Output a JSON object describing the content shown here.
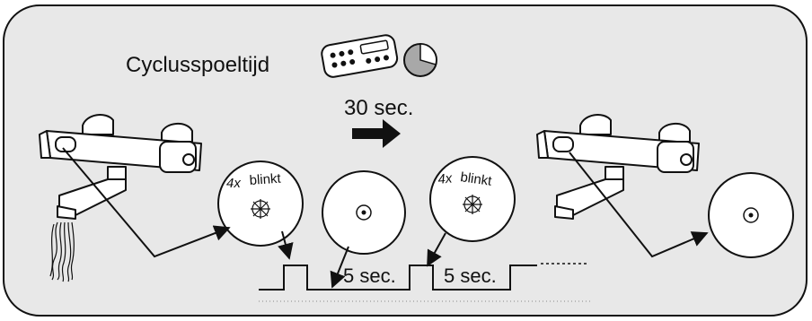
{
  "title": "Cyclusspoeltijd",
  "duration_label": "30 sec.",
  "blink_left": {
    "count": "4x",
    "word": "blinkt"
  },
  "blink_right": {
    "count": "4x",
    "word": "blinkt"
  },
  "pulse_gap_1": "5 sec.",
  "pulse_gap_2": "5 sec.",
  "remote_icon": "remote-control-icon",
  "timer_icon": "pie-timer-icon",
  "colors": {
    "panel": "#e8e8e8",
    "border": "#111111",
    "fill_white": "#ffffff",
    "timer_fill": "#a8a8a8"
  }
}
